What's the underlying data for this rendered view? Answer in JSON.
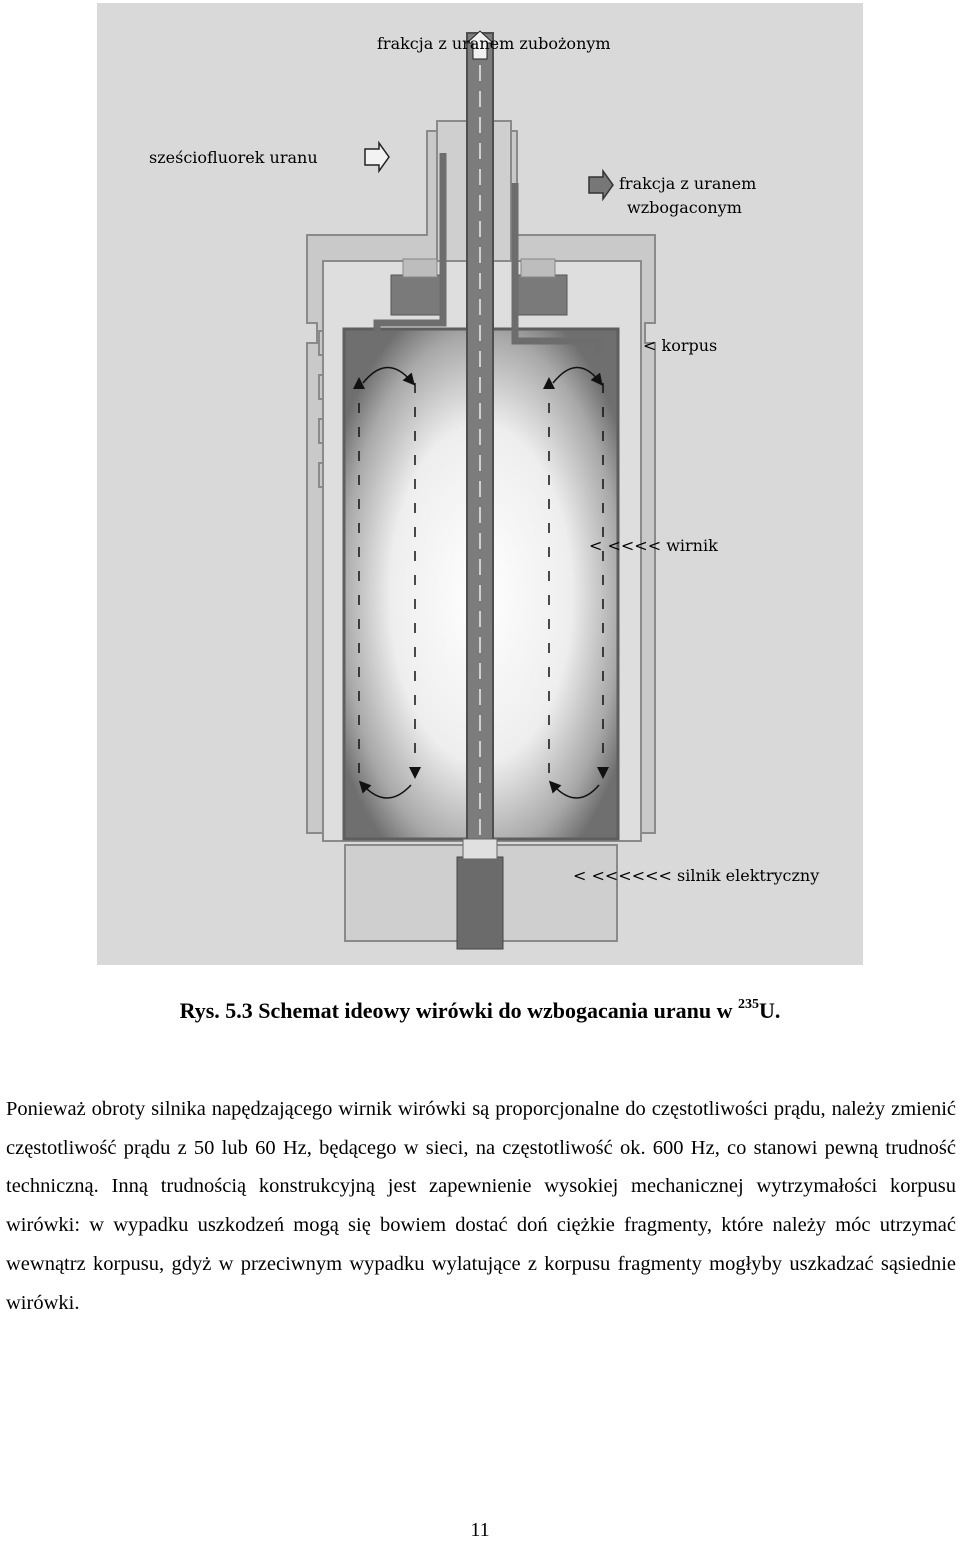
{
  "figure": {
    "labels": {
      "depleted": "frakcja z uranem zubożonym",
      "feed": "sześciofluorek uranu",
      "enriched_line1": "frakcja z uranem",
      "enriched_line2": "wzbogaconym",
      "casing": "< korpus",
      "rotor": "< <<<< wirnik",
      "motor": "< <<<<<< silnik elektryczny"
    },
    "colors": {
      "background": "#d8d8d8",
      "housing": "#c9c9c9",
      "housing_outline": "#8a8a8a",
      "rotor_dark": "#6f6f6f",
      "shaft": "#7a7a7a",
      "motor": "#6b6b6b"
    }
  },
  "caption": {
    "prefix": "Rys. 5.3 Schemat ideowy wirówki do wzbogacania uranu w ",
    "isotope_mass": "235",
    "element": "U."
  },
  "body": {
    "paragraph": "Ponieważ obroty silnika napędzającego wirnik wirówki są proporcjonalne do częstotliwości prądu, należy zmienić częstotliwość prądu z 50 lub 60 Hz, będącego w sieci, na częstotliwość ok. 600 Hz, co stanowi pewną trudność techniczną. Inną trudnością konstrukcyjną jest zapewnienie wysokiej mechanicznej wytrzymałości korpusu wirówki: w wypadku uszkodzeń mogą się bowiem dostać doń ciężkie fragmenty, które należy móc utrzymać wewnątrz korpusu, gdyż w przeciwnym wypadku wylatujące z korpusu fragmenty mogłyby uszkadzać sąsiednie wirówki."
  },
  "page_number": "11"
}
